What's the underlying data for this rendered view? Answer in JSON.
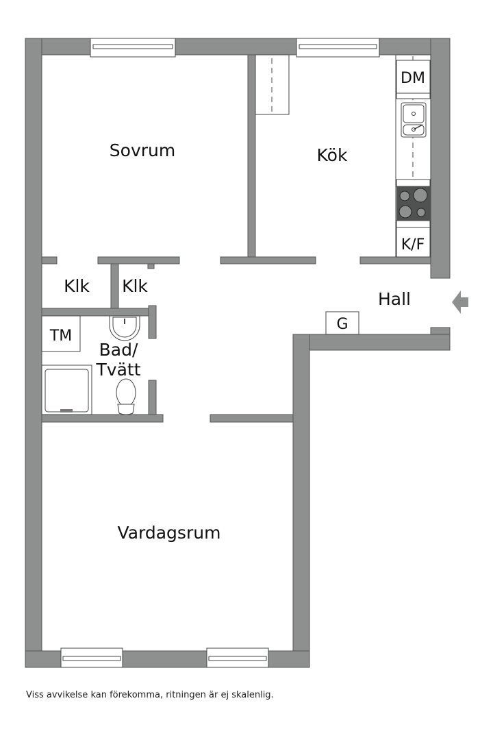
{
  "rooms": {
    "sovrum": "Sovrum",
    "kok": "Kök",
    "hall": "Hall",
    "klk1": "Klk",
    "klk2": "Klk",
    "bad_line1": "Bad/",
    "bad_line2": "Tvätt",
    "vardagsrum": "Vardagsrum"
  },
  "fixtures": {
    "dm": "DM",
    "kf": "K/F",
    "tm": "TM",
    "g": "G"
  },
  "colors": {
    "wall": "#8e9090",
    "stove": "#505252"
  },
  "disclaimer": "Viss avvikelse kan förekomma, ritningen är ej skalenlig."
}
